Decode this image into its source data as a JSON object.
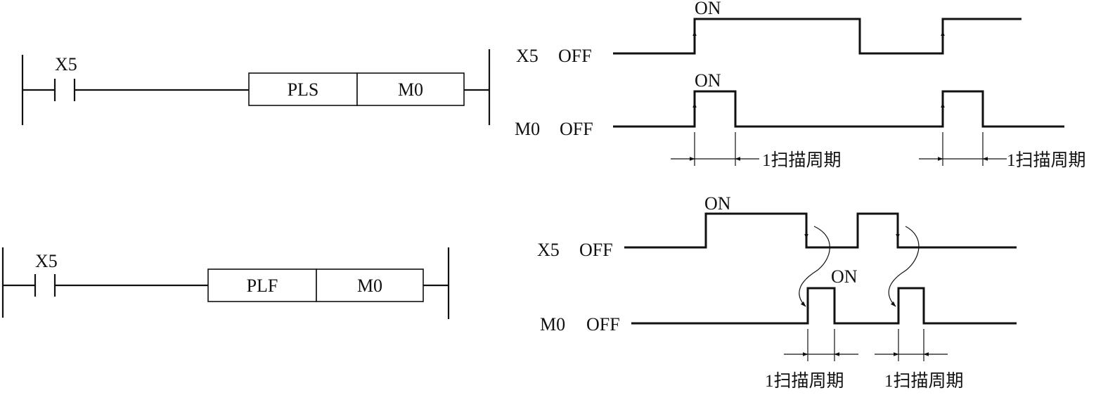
{
  "ladder_pls": {
    "contact": "X5",
    "instruction": "PLS",
    "operand": "M0"
  },
  "ladder_plf": {
    "contact": "X5",
    "instruction": "PLF",
    "operand": "M0"
  },
  "timing_pls": {
    "x5_label": "X5",
    "x5_state": "OFF",
    "x5_on": "ON",
    "m0_label": "M0",
    "m0_state": "OFF",
    "m0_on": "ON",
    "scan1": "1扫描周期",
    "scan2": "1扫描周期"
  },
  "timing_plf": {
    "x5_label": "X5",
    "x5_state": "OFF",
    "x5_on": "ON",
    "m0_label": "M0",
    "m0_state": "OFF",
    "m0_on": "ON",
    "scan1": "1扫描周期",
    "scan2": "1扫描周期"
  }
}
